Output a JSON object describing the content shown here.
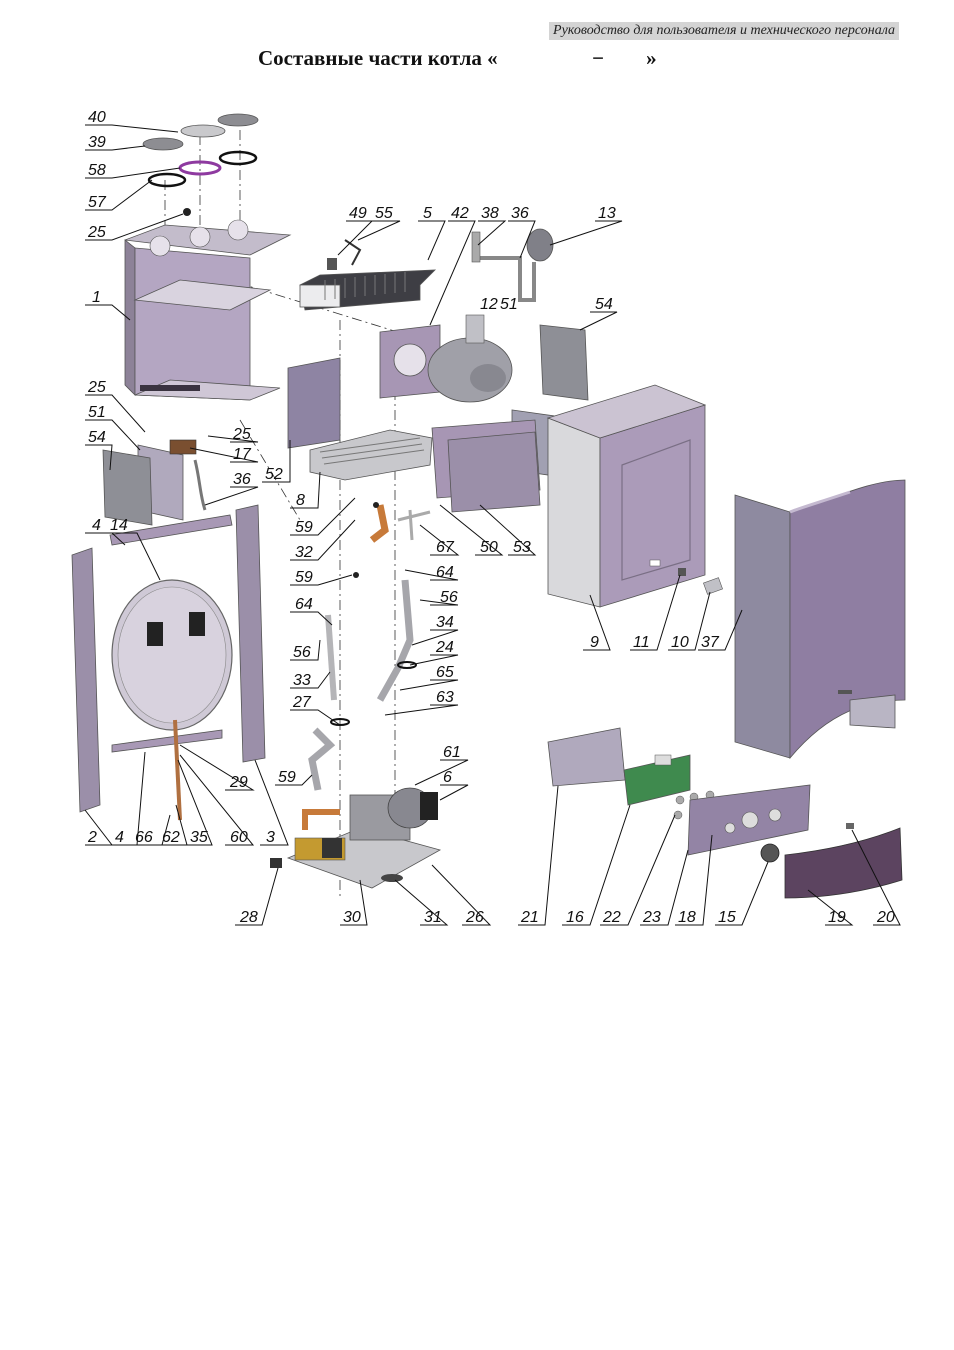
{
  "header_note": "Руководство для пользователя и технического персонала",
  "title": "Составные части котла «                  −        »",
  "colors": {
    "panel": "#a796b4",
    "panel_dark": "#7b6f86",
    "metal": "#b9b9bd",
    "copper": "#c77a3a",
    "header_bg": "#d4d4d4"
  },
  "labels": [
    "40",
    "39",
    "58",
    "57",
    "25",
    "1",
    "25",
    "51",
    "54",
    "25",
    "17",
    "36",
    "52",
    "8",
    "49",
    "55",
    "5",
    "42",
    "38",
    "36",
    "13",
    "12",
    "51",
    "54",
    "59",
    "32",
    "59",
    "64",
    "56",
    "33",
    "27",
    "59",
    "61",
    "6",
    "64",
    "56",
    "34",
    "24",
    "65",
    "63",
    "67",
    "50",
    "53",
    "9",
    "11",
    "10",
    "37",
    "4",
    "14",
    "4",
    "2",
    "66",
    "62",
    "35",
    "29",
    "60",
    "3",
    "28",
    "30",
    "31",
    "26",
    "21",
    "16",
    "22",
    "23",
    "18",
    "15",
    "19",
    "20"
  ]
}
